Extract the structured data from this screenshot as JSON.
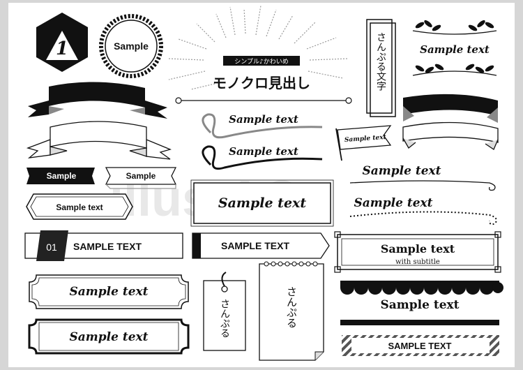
{
  "badges": {
    "hex_number": "1",
    "stamp_label": "Sample"
  },
  "heading": {
    "tag": "シンプル♪かわいめ",
    "title": "モノクロ見出し"
  },
  "vertical_box": {
    "text": "さんぷる文字"
  },
  "laurel": {
    "text": "Sample text"
  },
  "ribbons": {
    "sample_black": "Sample",
    "sample_white": "Sample"
  },
  "hex_label": {
    "text": "Sample text"
  },
  "numbered": {
    "number": "01",
    "text": "SAMPLE TEXT"
  },
  "frames": {
    "ornate_1": "Sample text",
    "ornate_2": "Sample text",
    "center_script": "Sample text",
    "loop_1": "Sample text",
    "loop_2": "Sample text",
    "pennant": "Sample text",
    "wave_1": "Sample text",
    "wave_2": "Sample text",
    "flag_box": "SAMPLE TEXT",
    "subtitle_title": "Sample text",
    "subtitle_sub": "with subtitle",
    "scallop": "Sample text",
    "stripe": "SAMPLE TEXT"
  },
  "tags": {
    "hang_tag": "さんぷる",
    "memo": "さんぷる"
  },
  "watermark": "illustAC"
}
